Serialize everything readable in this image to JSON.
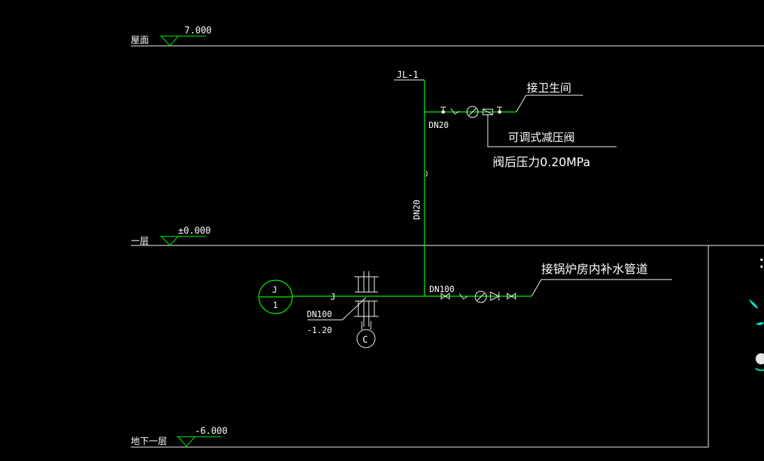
{
  "levels": {
    "roof": {
      "name": "屋面",
      "elev": "7.000"
    },
    "first": {
      "name": "一层",
      "elev": "±0.000"
    },
    "basement": {
      "name": "地下一层",
      "elev": "-6.000"
    }
  },
  "labels": {
    "riser": "JL-1",
    "dn20_branch": "DN20",
    "dn20_riser": "DN20",
    "dn100_main": "DN100",
    "dn100_inlet": "DN100",
    "inlet_elev": "-1.20",
    "to_toilet": "接卫生间",
    "prv_name": "可调式减压阀",
    "prv_pressure": "阀后压力0.20MPa",
    "to_boiler": "接锅炉房内补水管道",
    "pipe_tag": "J",
    "pipe_tag_riser": "J",
    "inlet_circle_top": "J",
    "inlet_circle_bottom": "1",
    "sleeve_circle": "C"
  },
  "colors": {
    "background": "#000000",
    "pipe": "#00ff00",
    "line": "#ffffff",
    "elevation_mark": "#00ff00",
    "accent_cyan": "#00e5c8"
  }
}
